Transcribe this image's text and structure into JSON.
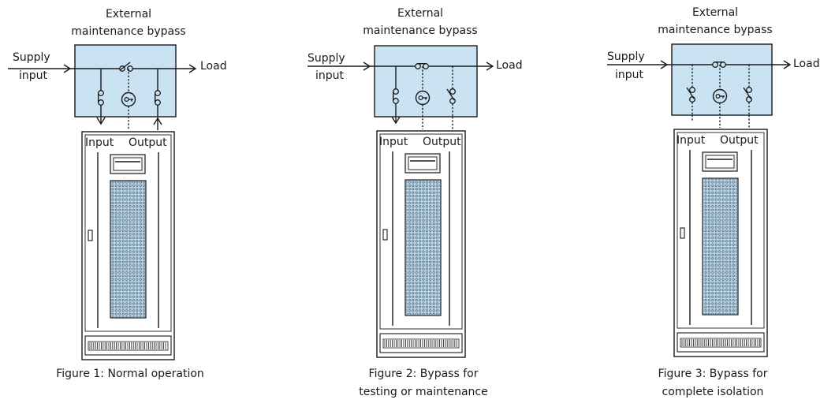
{
  "figures": [
    {
      "title": [
        "External",
        "maintenance bypass"
      ],
      "supply": [
        "Supply",
        "input"
      ],
      "load": "Load",
      "input": "Input",
      "output": "Output",
      "caption": [
        "Figure 1: Normal operation",
        ""
      ],
      "bypass_switch": "open",
      "input_switch": "closed",
      "output_switch": "closed",
      "input_line": "solid",
      "output_line": "solid"
    },
    {
      "title": [
        "External",
        "maintenance bypass"
      ],
      "supply": [
        "Supply",
        "input"
      ],
      "load": "Load",
      "input": "Input",
      "output": "Output",
      "caption": [
        "Figure 2: Bypass for",
        "testing or maintenance"
      ],
      "bypass_switch": "closed",
      "input_switch": "closed",
      "output_switch": "open",
      "input_line": "solid",
      "output_line": "dotted"
    },
    {
      "title": [
        "External",
        "maintenance bypass"
      ],
      "supply": [
        "Supply",
        "input"
      ],
      "load": "Load",
      "input": "Input",
      "output": "Output",
      "caption": [
        "Figure 3: Bypass for",
        "complete isolation"
      ],
      "bypass_switch": "closed",
      "input_switch": "open",
      "output_switch": "open",
      "input_line": "dotted",
      "output_line": "dotted"
    }
  ],
  "colors": {
    "bypass_box": "#c9e3f3",
    "vent_panel": "#bcd8ec",
    "stroke": "#1a1a1a",
    "cabinet": "#ffffff"
  }
}
